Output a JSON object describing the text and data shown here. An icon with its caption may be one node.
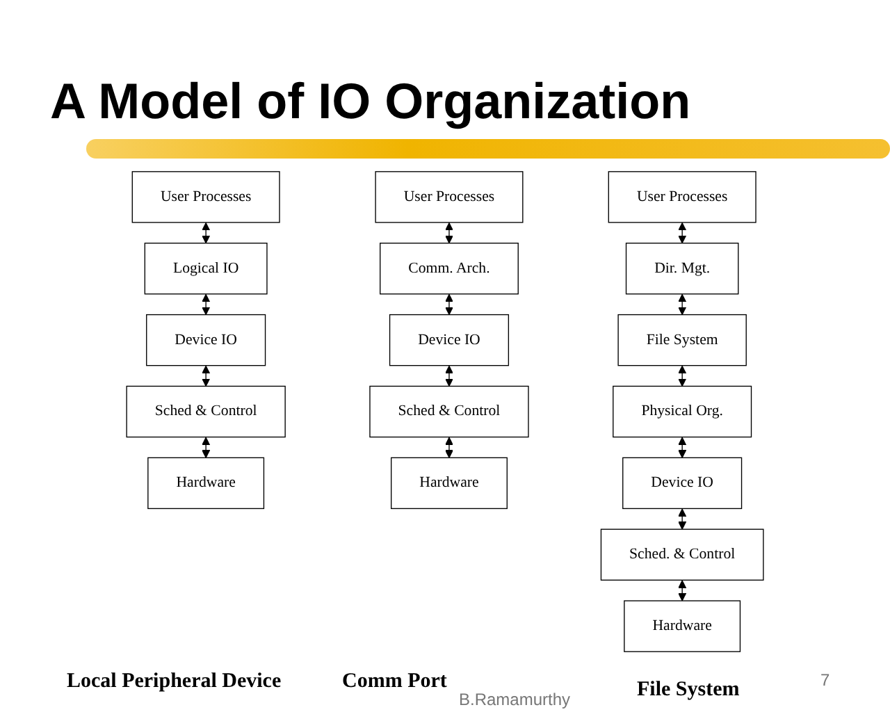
{
  "diagram": {
    "title": "A Model of IO Organization",
    "nodes": [
      {
        "text": [
          "User Processes"
        ]
      },
      {
        "text": [
          "Logical IO"
        ]
      },
      {
        "text": [
          "Device IO"
        ]
      },
      {
        "text": [
          "Sched & Control"
        ]
      },
      {
        "text": [
          "Hardware"
        ]
      },
      {
        "text": [
          "User Processes"
        ]
      },
      {
        "text": [
          "Comm. Arch."
        ]
      },
      {
        "text": [
          "Device IO"
        ]
      },
      {
        "text": [
          "Sched & Control"
        ]
      },
      {
        "text": [
          "Hardware"
        ]
      },
      {
        "text": [
          "User Processes"
        ]
      },
      {
        "text": [
          "Dir. Mgt."
        ]
      },
      {
        "text": [
          "File System"
        ]
      },
      {
        "text": [
          "Physical Org."
        ]
      },
      {
        "text": [
          "Device IO"
        ]
      },
      {
        "text": [
          "Sched. & Control"
        ]
      },
      {
        "text": [
          "Hardware"
        ]
      }
    ],
    "edges": [
      {
        "from": 0,
        "to": 1,
        "arrow": "both"
      },
      {
        "from": 1,
        "to": 2,
        "arrow": "both"
      },
      {
        "from": 2,
        "to": 3,
        "arrow": "both"
      },
      {
        "from": 3,
        "to": 4,
        "arrow": "both"
      },
      {
        "from": 5,
        "to": 6,
        "arrow": "both"
      },
      {
        "from": 6,
        "to": 7,
        "arrow": "both"
      },
      {
        "from": 7,
        "to": 8,
        "arrow": "both"
      },
      {
        "from": 8,
        "to": 9,
        "arrow": "both"
      },
      {
        "from": 10,
        "to": 11,
        "arrow": "both"
      },
      {
        "from": 11,
        "to": 12,
        "arrow": "both"
      },
      {
        "from": 12,
        "to": 13,
        "arrow": "both"
      },
      {
        "from": 13,
        "to": 14,
        "arrow": "both"
      },
      {
        "from": 14,
        "to": 15,
        "arrow": "both"
      },
      {
        "from": 15,
        "to": 16,
        "arrow": "both"
      }
    ],
    "labels": [
      "Local Peripheral Device",
      "Comm Port",
      "File System",
      "B.Ramamurthy",
      "7"
    ]
  }
}
